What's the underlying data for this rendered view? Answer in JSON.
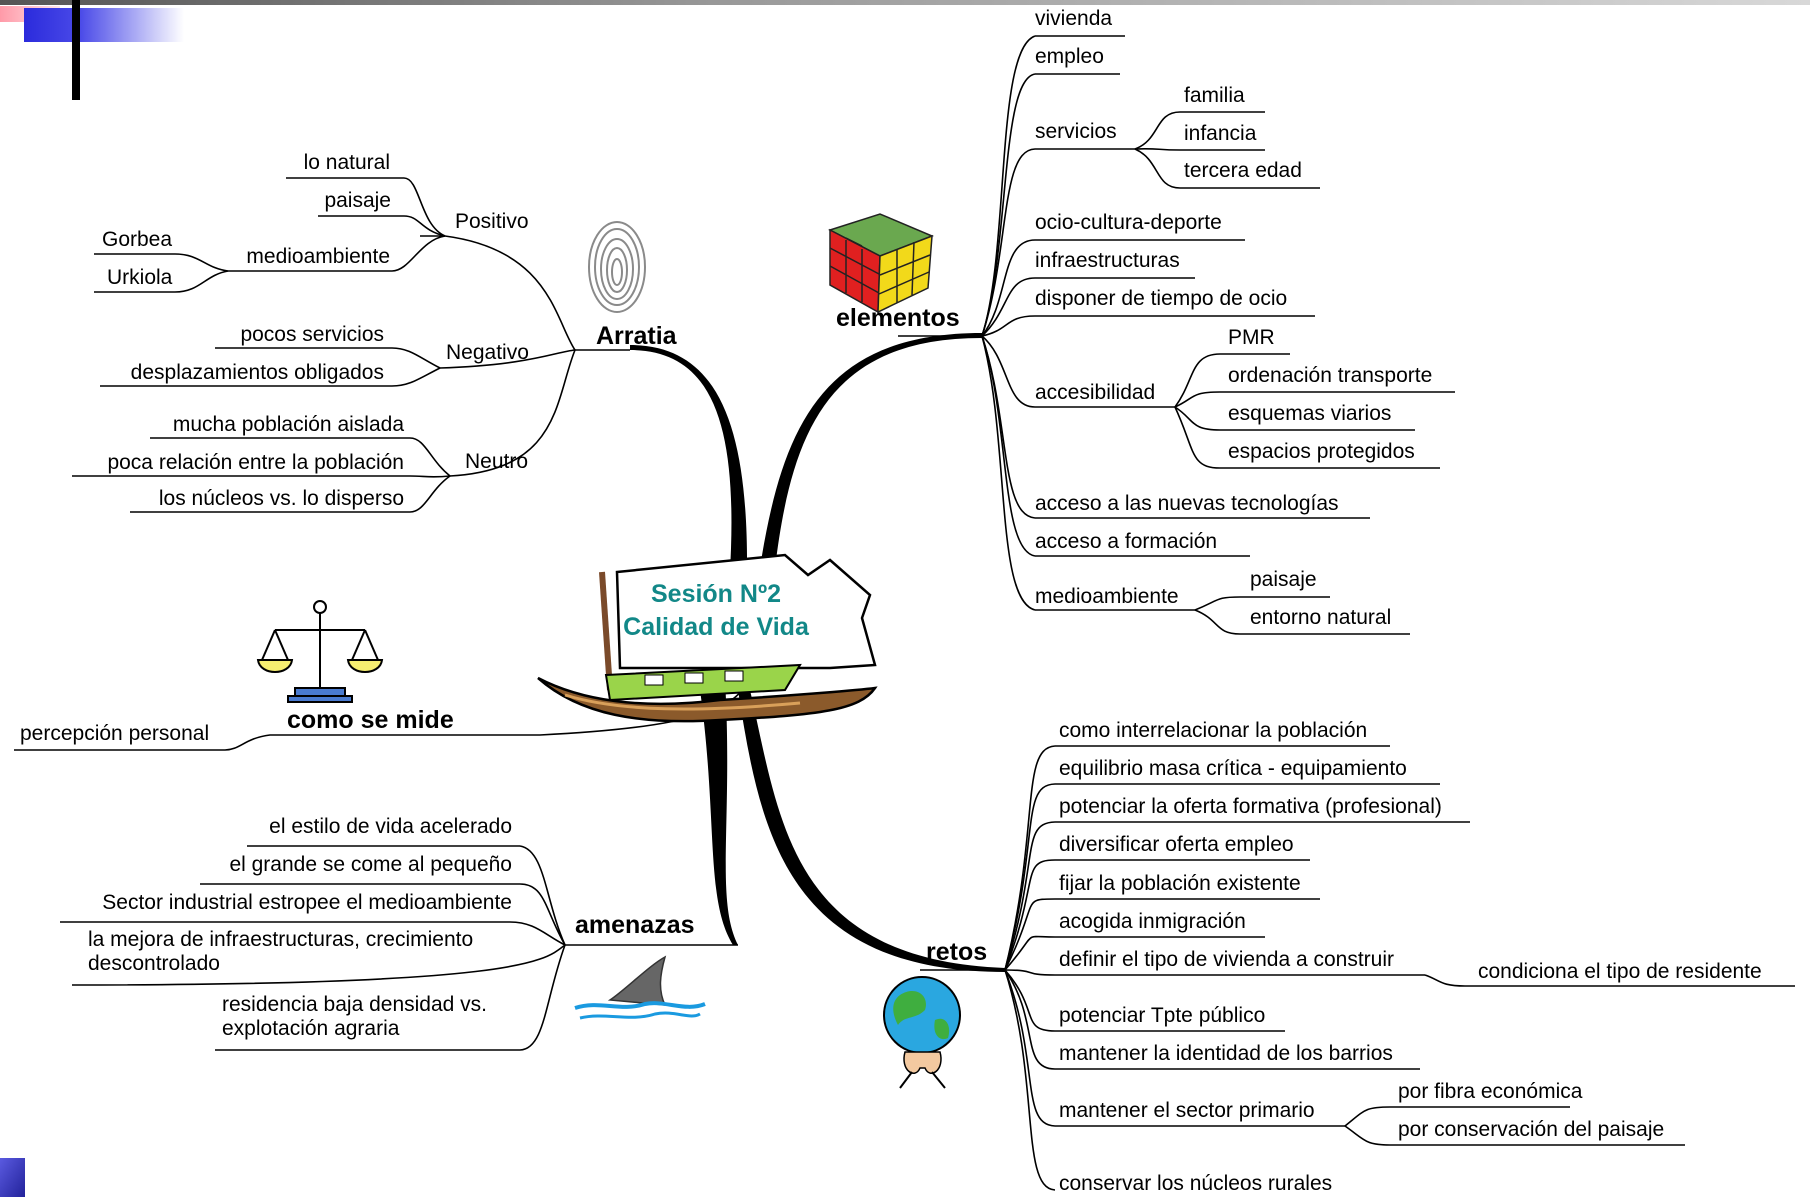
{
  "center": {
    "line1": "Sesión Nº2",
    "line2": "Calidad de Vida"
  },
  "branches": {
    "arratia": {
      "label": "Arratia",
      "positivo": {
        "label": "Positivo",
        "items": [
          "lo natural",
          "paisaje",
          "medioambiente"
        ],
        "medioambiente_items": [
          "Gorbea",
          "Urkiola"
        ]
      },
      "negativo": {
        "label": "Negativo",
        "items": [
          "pocos servicios",
          "desplazamientos obligados"
        ]
      },
      "neutro": {
        "label": "Neutro",
        "items": [
          "mucha población aislada",
          "poca relación entre la población",
          "los núcleos vs. lo disperso"
        ]
      }
    },
    "elementos": {
      "label": "elementos",
      "items": [
        "vivienda",
        "empleo",
        "servicios",
        "ocio-cultura-deporte",
        "infraestructuras",
        "disponer de tiempo de ocio",
        "accesibilidad",
        "acceso a las nuevas tecnologías",
        "acceso a formación",
        "medioambiente"
      ],
      "servicios_items": [
        "familia",
        "infancia",
        "tercera edad"
      ],
      "accesibilidad_items": [
        "PMR",
        "ordenación transporte",
        "esquemas viarios",
        "espacios protegidos"
      ],
      "medioambiente_items": [
        "paisaje",
        "entorno natural"
      ]
    },
    "como_se_mide": {
      "label": "como se mide",
      "items": [
        "percepción personal"
      ]
    },
    "amenazas": {
      "label": "amenazas",
      "items": [
        "el estilo de vida acelerado",
        "el grande se come al pequeño",
        "Sector industrial estropee el medioambiente",
        "la mejora de infraestructuras, crecimiento descontrolado",
        "residencia baja densidad vs. explotación agraria"
      ]
    },
    "retos": {
      "label": "retos",
      "items": [
        "como interrelacionar la población",
        "equilibrio masa crítica - equipamiento",
        "potenciar la oferta formativa (profesional)",
        "diversificar oferta empleo",
        "fijar la población existente",
        "acogida inmigración",
        "definir el tipo de vivienda a construir",
        "potenciar Tpte público",
        "mantener la identidad de los barrios",
        "mantener el sector primario",
        "conservar los núcleos rurales"
      ],
      "vivienda_items": [
        "condiciona el tipo  de residente"
      ],
      "primario_items": [
        "por fibra económica",
        "por conservación del paisaje"
      ]
    }
  },
  "icons": [
    "fingerprint-icon",
    "rubiks-cube-icon",
    "scales-icon",
    "shark-fin-icon",
    "atlas-globe-icon",
    "boat-sign-icon"
  ],
  "colors": {
    "center_text": "#128888",
    "lines": "#000000",
    "corner_blue": "#2b2bdc"
  }
}
